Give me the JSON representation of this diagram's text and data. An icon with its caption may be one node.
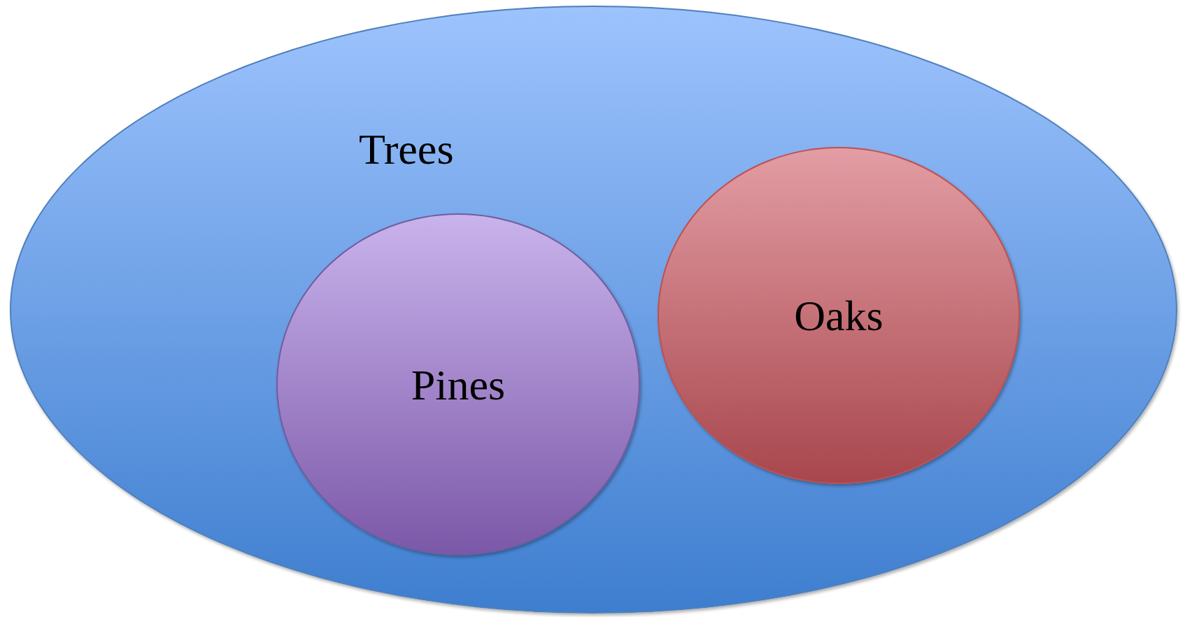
{
  "diagram": {
    "nodes": [
      {
        "text": [
          "Trees"
        ]
      },
      {
        "text": [
          "Pines"
        ],
        "in": 0
      },
      {
        "text": [
          "Oaks"
        ],
        "in": 0
      }
    ]
  }
}
